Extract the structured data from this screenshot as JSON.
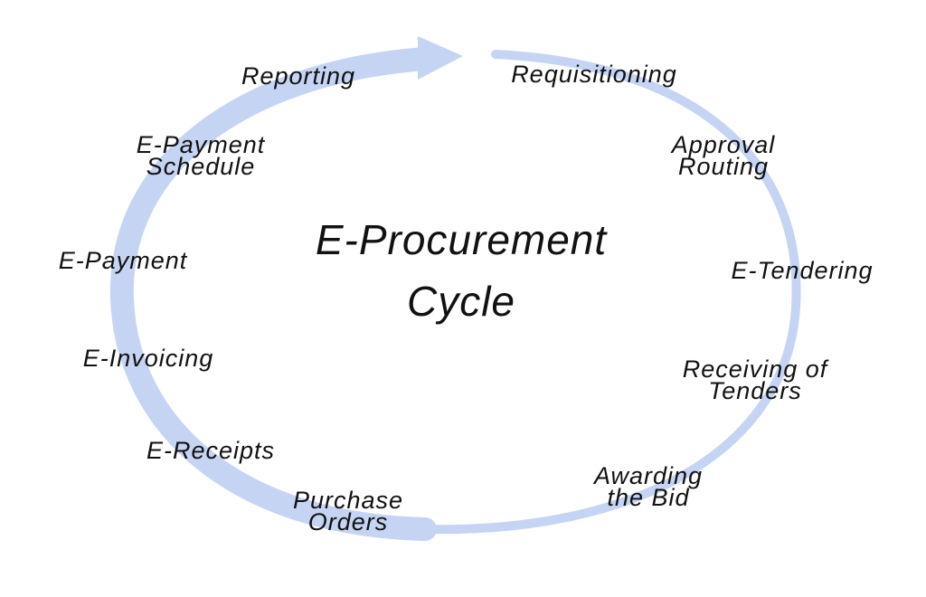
{
  "title": {
    "line1": "E-Procurement",
    "line2": "Cycle"
  },
  "colors": {
    "arrow": "#c6d4f4",
    "text": "#111111",
    "background": "#ffffff"
  },
  "steps": [
    {
      "lines": [
        "Requisitioning"
      ]
    },
    {
      "lines": [
        "Approval",
        "Routing"
      ]
    },
    {
      "lines": [
        "E-Tendering"
      ]
    },
    {
      "lines": [
        "Receiving of",
        "Tenders"
      ]
    },
    {
      "lines": [
        "Awarding",
        "the Bid"
      ]
    },
    {
      "lines": [
        "Purchase",
        "Orders"
      ]
    },
    {
      "lines": [
        "E-Receipts"
      ]
    },
    {
      "lines": [
        "E-Invoicing"
      ]
    },
    {
      "lines": [
        "E-Payment"
      ]
    },
    {
      "lines": [
        "E-Payment",
        "Schedule"
      ]
    },
    {
      "lines": [
        "Reporting"
      ]
    }
  ]
}
